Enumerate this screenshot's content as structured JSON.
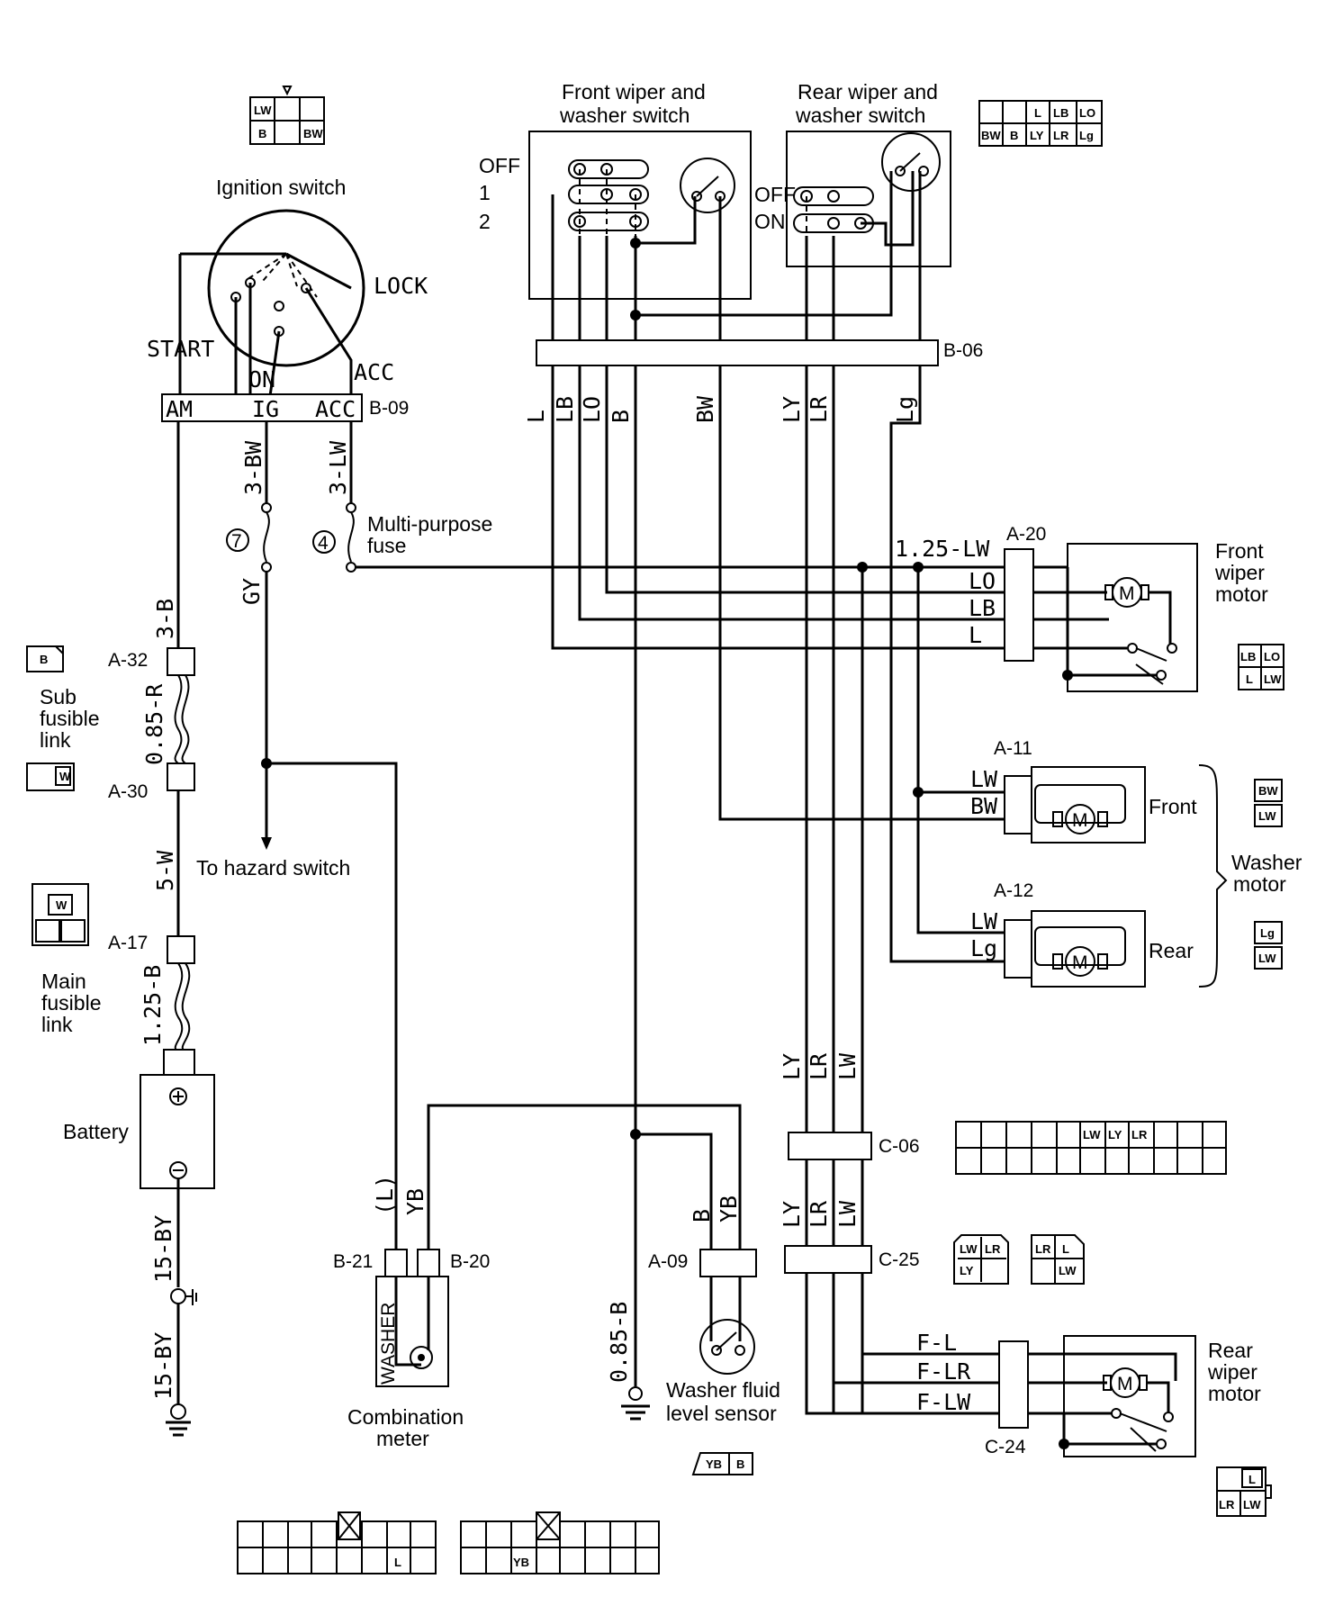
{
  "components": {
    "ignition_switch": {
      "title": "Ignition switch",
      "positions": [
        "LOCK",
        "START",
        "ON",
        "ACC"
      ],
      "terminals": [
        "AM",
        "IG",
        "ACC"
      ],
      "connector": "B-09",
      "pinout": [
        "LW",
        "B",
        "BW"
      ]
    },
    "front_wiper_switch": {
      "title_line1": "Front wiper and",
      "title_line2": "washer switch",
      "positions": [
        "OFF",
        "1",
        "2"
      ]
    },
    "rear_wiper_switch": {
      "title_line1": "Rear wiper and",
      "title_line2": "washer switch",
      "positions": [
        "OFF",
        "ON"
      ],
      "pinout_top": [
        "L",
        "LB",
        "LO"
      ],
      "pinout_bottom": [
        "BW",
        "B",
        "LY",
        "LR",
        "Lg"
      ]
    },
    "switch_connector": "B-06",
    "multi_purpose_fuse": {
      "line1": "Multi-purpose",
      "line2": "fuse",
      "fuse_a": "7",
      "fuse_b": "4"
    },
    "front_wiper_motor": {
      "line1": "Front",
      "line2": "wiper",
      "line3": "motor",
      "connector": "A-20",
      "pinout": [
        "LB",
        "LO",
        "L",
        "LW"
      ]
    },
    "washer_motor": {
      "line1": "Washer",
      "line2": "motor",
      "front_label": "Front",
      "front_connector": "A-11",
      "front_pinout": [
        "BW",
        "LW"
      ],
      "rear_label": "Rear",
      "rear_connector": "A-12",
      "rear_pinout": [
        "Lg",
        "LW"
      ]
    },
    "sub_fusible_link": {
      "line1": "Sub",
      "line2": "fusible",
      "line3": "link",
      "conn_top": "A-32",
      "conn_bottom": "A-30",
      "pinout_top": "B",
      "pinout_bottom": "W"
    },
    "main_fusible_link": {
      "line1": "Main",
      "line2": "fusible",
      "line3": "link",
      "connector": "A-17",
      "pinout": "W"
    },
    "battery": {
      "label": "Battery"
    },
    "hazard": {
      "label": "To hazard switch"
    },
    "combination_meter": {
      "line1": "Combination",
      "line2": "meter",
      "washer_label": "WASHER",
      "conn_left": "B-21",
      "conn_right": "B-20"
    },
    "washer_fluid_sensor": {
      "line1": "Washer fluid",
      "line2": "level sensor",
      "connector": "A-09",
      "pinout": [
        "YB",
        "B"
      ]
    },
    "rear_wiper_motor": {
      "line1": "Rear",
      "line2": "wiper",
      "line3": "motor",
      "connector": "C-24",
      "pinout_top": "L",
      "pinout_bottom": [
        "LR",
        "LW"
      ]
    },
    "intermediate_connectors": {
      "c06": "C-06",
      "c06_pins": [
        "LW",
        "LY",
        "LR"
      ],
      "c25": "C-25",
      "c25_pins_a": [
        "LW",
        "LR",
        "LY"
      ],
      "c25_pins_b": [
        "LR",
        "L",
        "LW"
      ]
    },
    "bottom_connectors": {
      "left_pin": "L",
      "right_pin": "YB"
    }
  },
  "wires": {
    "ign_am": "3-B",
    "ign_ig": "3-BW",
    "ign_acc": "3-LW",
    "fuse_out": "GY",
    "sub_link": "0.85-R",
    "link_mid": "5-W",
    "main_link": "1.25-B",
    "bat_pos": "15-BY",
    "bat_neg": "15-BY",
    "switch_wires": [
      "L",
      "LB",
      "LO",
      "B",
      "BW",
      "LY",
      "LR",
      "Lg"
    ],
    "front_motor_wires": [
      "1.25-LW",
      "LO",
      "LB",
      "L"
    ],
    "washer_front_wires": [
      "LW",
      "BW"
    ],
    "washer_rear_wires": [
      "LW",
      "Lg"
    ],
    "rear_trunk": [
      "LY",
      "LR",
      "LW"
    ],
    "meter_wires": [
      "(L)",
      "YB"
    ],
    "sensor_wires": [
      "B",
      "YB"
    ],
    "ground_wire": "0.85-B",
    "rear_motor_wires": [
      "F-L",
      "F-LR",
      "F-LW"
    ]
  }
}
